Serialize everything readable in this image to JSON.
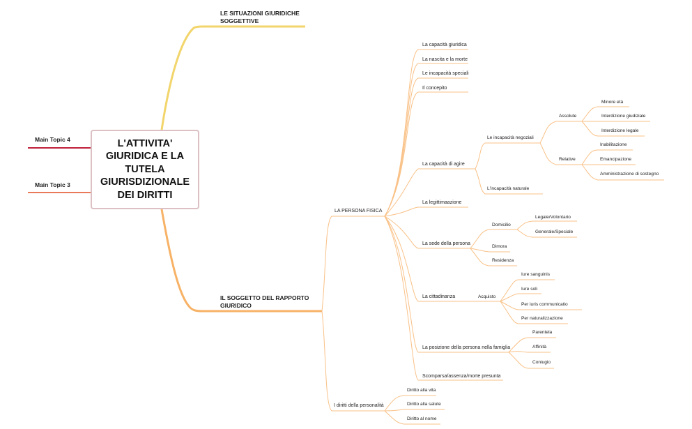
{
  "root": "L'ATTIVITA' GIURIDICA E LA TUTELA GIURISDIZIONALE DEI DIRITTI",
  "side_topics": [
    "Main Topic 4",
    "Main Topic 3"
  ],
  "branches": {
    "situazioni": "LE SITUAZIONI GIURIDICHE SOGGETTIVE",
    "soggetto": "IL SOGGETTO DEL RAPPORTO GIURIDICO",
    "persona_fisica": "LA PERSONA FISICA",
    "diritti_personalita": "I diritti della personalità"
  },
  "persona_fisica": {
    "capacita_giuridica": "La capacità giuridica",
    "nascita_morte": "La nascita e la morte",
    "incapacita_speciali": "Le incapacità speciali",
    "concepito": "Il concepito",
    "capacita_agire": "La capacità di agire",
    "incapacita_negoziali": "Le incapacità negoziali",
    "assolute": "Assolute",
    "minore_eta": "Minore età",
    "interdizione_giudiziale": "Interdizione giudiziale",
    "interdizione_legale": "Interdizione legale",
    "relative": "Relative",
    "inabilitazione": "Inabilitazione",
    "emancipazione": "Emancipazione",
    "amministrazione": "Amministrazione di sostegno",
    "incapacita_naturale": "L'incapacità naturale",
    "legittimazione": "La legittimaazione",
    "sede": "La sede della persona",
    "domicilio": "Domicilio",
    "legale_volontario": "Legale/Volontario",
    "generale_speciale": "Generale/Speciale",
    "dimora": "Dimora",
    "residenza": "Residenza",
    "cittadinanza": "La cittadinanza",
    "acquisto": "Acquisto",
    "iure_sanguinis": "Iure sanguinis",
    "iure_soli": "Iure soli",
    "per_iuris": "Per iuris communicatio",
    "per_naturalizzazione": "Per naturalizzazione",
    "posizione_famiglia": "La posizione della persona nella famiglia",
    "parentela": "Parentela",
    "affinita": "Affinità",
    "coniugio": "Coniugio",
    "scomparsa": "Scomparsa/assenza/morte presunta"
  },
  "diritti": {
    "vita": "Diritto alla vita",
    "salute": "Diritto alla salute",
    "nome": "Diritto al nome"
  },
  "colors": {
    "main_branch_top": "#f2d56b",
    "main_branch_bottom": "#f7b266",
    "sub_branch": "#f9c187",
    "topic4": "#c0203a",
    "topic3": "#e8795a",
    "root_border": "#dcc0c4"
  }
}
